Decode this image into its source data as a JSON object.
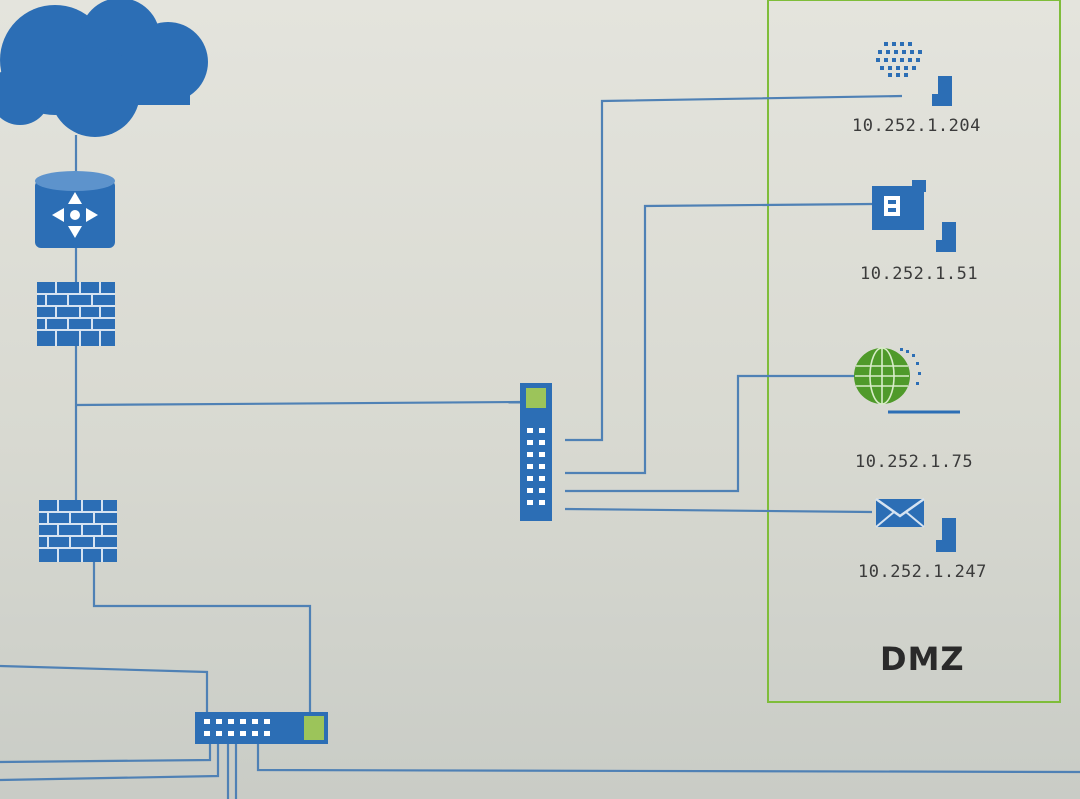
{
  "colors": {
    "link": "#4f81b5",
    "device_blue": "#2c6eb5",
    "dmz_border": "#7fbd3a",
    "port_green": "#9cc45a",
    "globe_green": "#4f9a2a"
  },
  "dmz": {
    "label": "DMZ"
  },
  "hosts": [
    {
      "id": "host-204",
      "icon": "web-server-icon",
      "ip": "10.252.1.204"
    },
    {
      "id": "host-51",
      "icon": "application-server-icon",
      "ip": "10.252.1.51"
    },
    {
      "id": "host-75",
      "icon": "globe-icon",
      "ip": "10.252.1.75"
    },
    {
      "id": "host-247",
      "icon": "mail-server-icon",
      "ip": "10.252.1.247"
    }
  ],
  "devices": [
    {
      "id": "internet",
      "icon": "cloud-icon"
    },
    {
      "id": "router",
      "icon": "router-icon"
    },
    {
      "id": "firewall-outer",
      "icon": "firewall-icon"
    },
    {
      "id": "firewall-inner",
      "icon": "firewall-icon"
    },
    {
      "id": "dmz-switch",
      "icon": "switch-icon"
    },
    {
      "id": "core-switch",
      "icon": "switch-icon"
    }
  ]
}
